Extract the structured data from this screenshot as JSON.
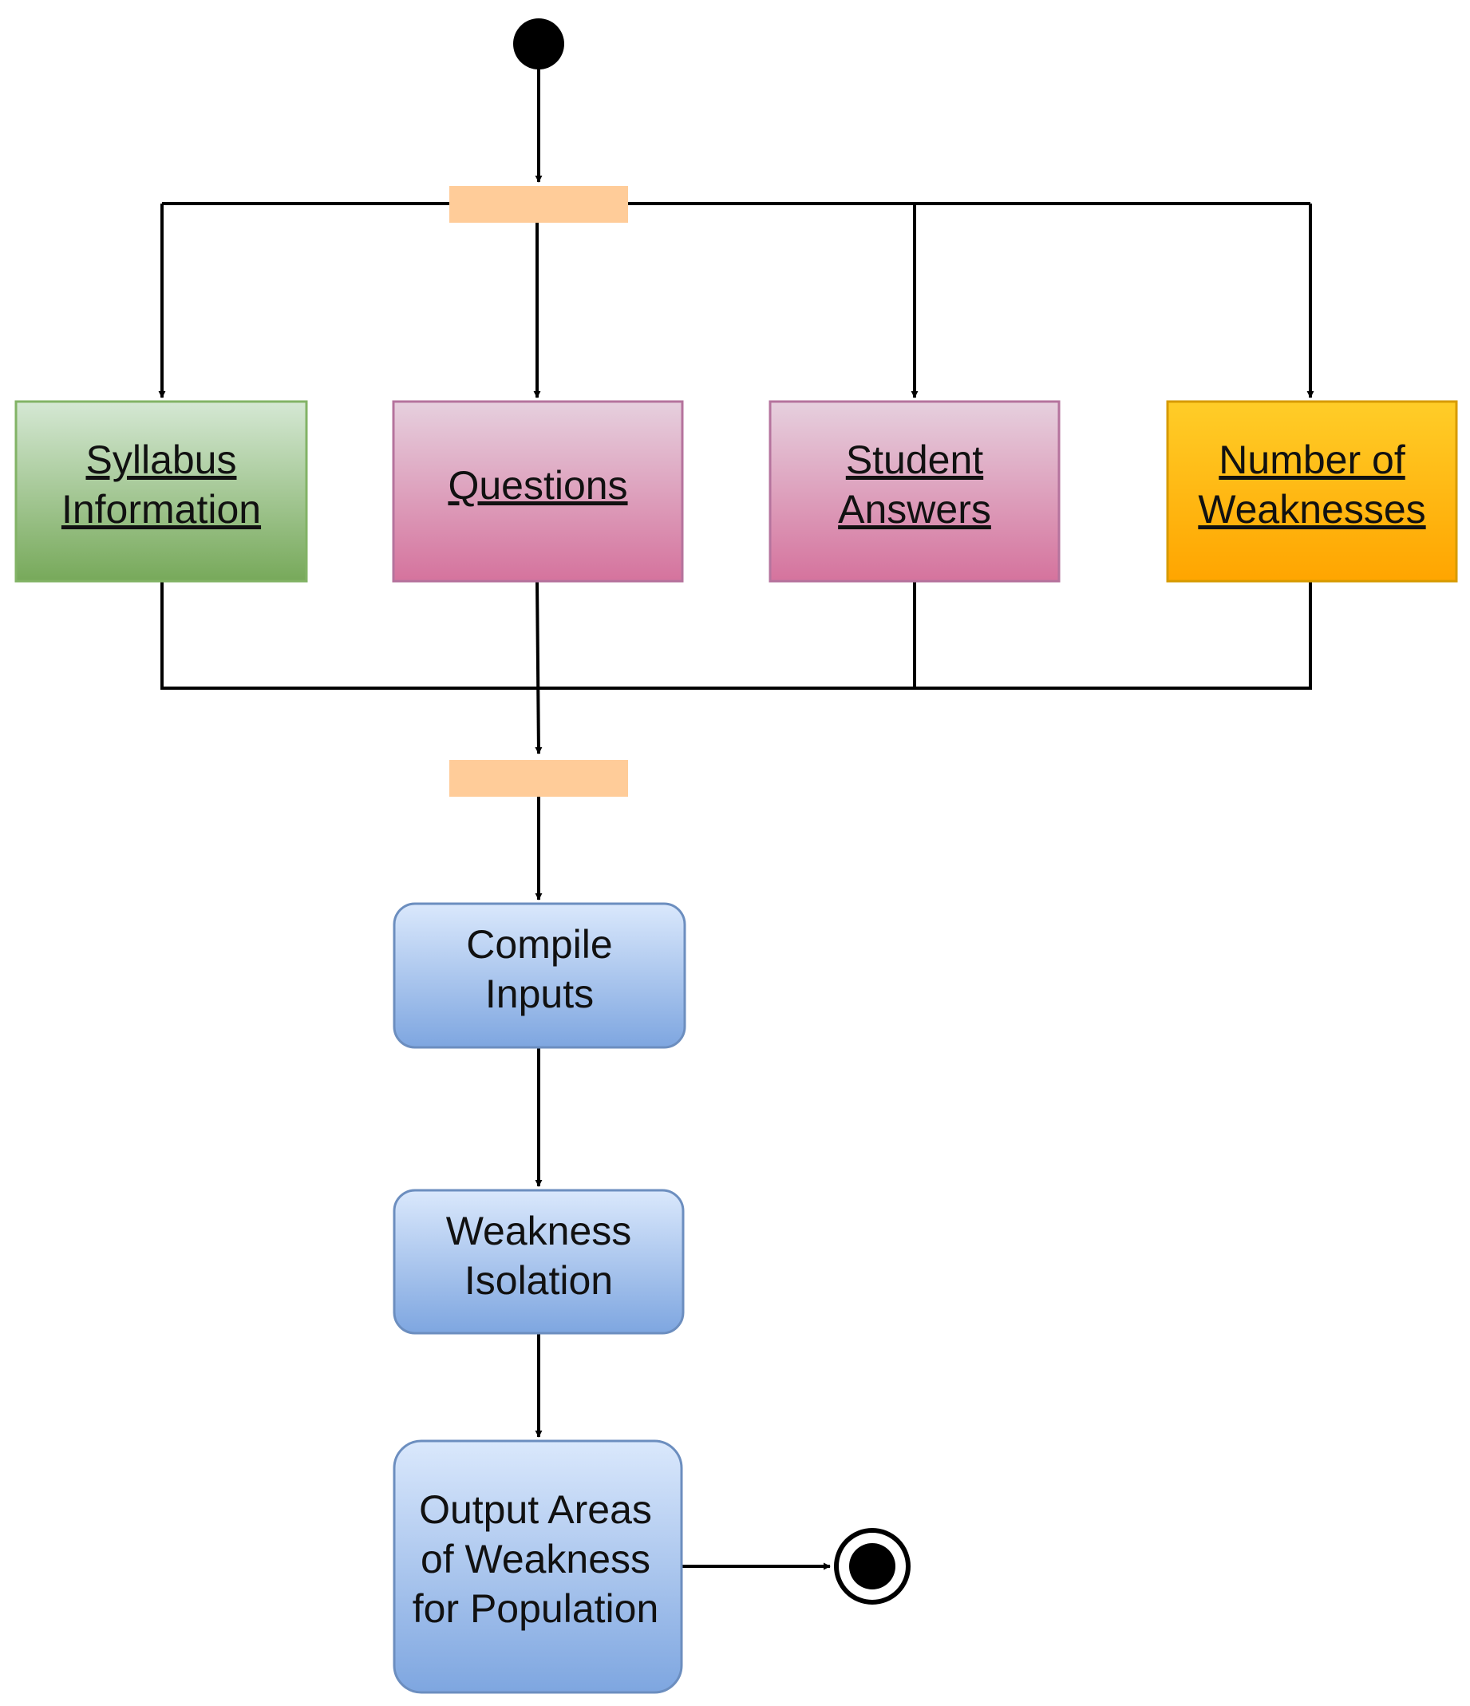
{
  "nodes": {
    "syllabus": {
      "lines": [
        "Syllabus",
        "Information"
      ]
    },
    "questions": {
      "lines": [
        "Questions"
      ]
    },
    "student": {
      "lines": [
        "Student",
        "Answers"
      ]
    },
    "number": {
      "lines": [
        "Number of",
        "Weaknesses"
      ]
    },
    "compile": {
      "lines": [
        "Compile",
        "Inputs"
      ]
    },
    "isolation": {
      "lines": [
        "Weakness",
        "Isolation"
      ]
    },
    "output": {
      "lines": [
        "Output Areas",
        "of Weakness",
        "for Population"
      ]
    }
  },
  "colors": {
    "green_top": "#d5e8d4",
    "green_bottom": "#77a95a",
    "green_stroke": "#82b366",
    "pink_top": "#e6d0de",
    "pink_bottom": "#d5739d",
    "pink_stroke": "#b5739d",
    "orange_top": "#ffcd28",
    "orange_bottom": "#ffa500",
    "orange_stroke": "#d79b00",
    "blue_top": "#dae8fc",
    "blue_bottom": "#7ea6e0",
    "blue_stroke": "#6c8ebf",
    "bar_fill": "#ffcc99"
  }
}
